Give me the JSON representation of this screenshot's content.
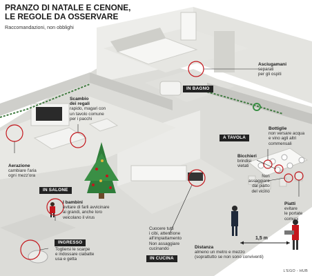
{
  "header": {
    "title_line1": "PRANZO DI NATALE E CENONE,",
    "title_line2": "LE REGOLE DA OSSERVARE",
    "subtitle": "Raccomandazioni, non obblighi"
  },
  "rooms": {
    "bagno": "IN BAGNO",
    "tavola": "A TAVOLA",
    "salone": "IN SALONE",
    "cucina": "IN CUCINA",
    "ingresso": "INGRESSO"
  },
  "notes": {
    "asciugamani": {
      "title": "Asciugamani",
      "text": "separati\nper gli ospiti"
    },
    "regali": {
      "title": "Scambio\ndei regali",
      "text": "rapido, magari con\nun tavolo comune\nper i pacchi"
    },
    "bottiglie": {
      "title": "Bottiglie",
      "text": "non versare acqua\ne vino agli altri\ncommensali"
    },
    "bicchieri": {
      "title": "Bicchieri",
      "text": "brindisi\nvietati"
    },
    "assaggiare": {
      "title": "",
      "text": "Non\nassaggiare\ndal piatto\ndel vicino"
    },
    "piatti": {
      "title": "Piatti",
      "text": "evitare\nle portate\ncomuni"
    },
    "aerazione": {
      "title": "Aerazione",
      "text": "cambiare l'aria\nogni mezz'ora"
    },
    "bambini": {
      "title": "I bambini",
      "text": "evitare di farli avvicinare\nai grandi, anche loro\nveicolano il virus"
    },
    "cucina": {
      "title": "",
      "text": "Cuocere tutti\ni cibi, attenzione\nall'impiattamento\nNon assaggiare\ncucinando"
    },
    "ingresso": {
      "title": "",
      "text": "Togliersi le scarpe\ne indossare ciabatte\nusa e getta"
    },
    "distanza": {
      "title": "Distanza",
      "text": "almeno un metro e mezzo\n(soprattutto se non sono conviventi)"
    }
  },
  "distance_value": "1,5 m",
  "credit": "L'EGO - HUB",
  "colors": {
    "accent": "#c4161c",
    "wall": "#e9e9e6",
    "floor": "#d8d8d4",
    "dark": "#222222"
  }
}
